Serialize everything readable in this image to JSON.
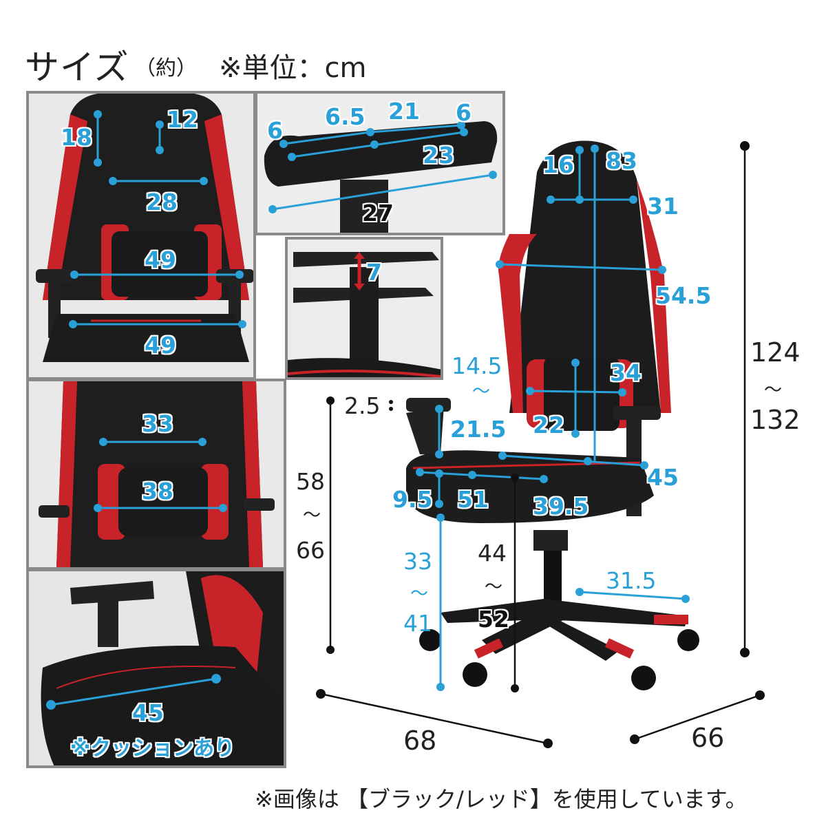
{
  "header": {
    "title": "サイズ",
    "approx": "（約）",
    "unit": "※単位：cm"
  },
  "footnote": "※画像は 【ブラック/レッド】を使用しています。",
  "colors": {
    "accent_blue": "#2aa0d8",
    "chair_red": "#d4232a",
    "chair_black": "#1a1a1a",
    "panel_border": "#8a8a8a"
  },
  "panels": {
    "top_back": {
      "headrest_height": "18",
      "headrest_gap": "12",
      "upper_back_width": "28",
      "back_width": "49",
      "seat_width": "49"
    },
    "armrest_top": {
      "front_pad": "6",
      "mid_pad": "6.5",
      "arm_length_top": "21",
      "rear_pad": "6",
      "arm_length_inner": "23",
      "arm_length_total": "27"
    },
    "armrest_height": {
      "adjust": "7"
    },
    "lower_back": {
      "upper_width": "33",
      "lumbar_width": "38"
    },
    "seat_side": {
      "seat_depth": "45",
      "cushion_note": "※クッションあり"
    }
  },
  "main": {
    "headrest_width": "16",
    "back_height": "83",
    "head_width": "31",
    "shoulder_width": "54.5",
    "arm_gap": "14.5",
    "arm_adjust": "2.5",
    "arm_height": "21.5",
    "lumbar_width": "34",
    "lumbar_height": "22",
    "seat_depth_rear": "45",
    "seat_front": "9.5",
    "seat_depth": "51",
    "seat_width": "39.5",
    "arm_floor_min": "58",
    "arm_floor_max": "66",
    "seat_floor_min": "33",
    "seat_floor_max": "41",
    "seat_top_min": "44",
    "seat_top_max": "52",
    "base_radius": "31.5",
    "total_min": "124",
    "total_max": "132",
    "width": "68",
    "depth": "66",
    "tilde": "～"
  }
}
